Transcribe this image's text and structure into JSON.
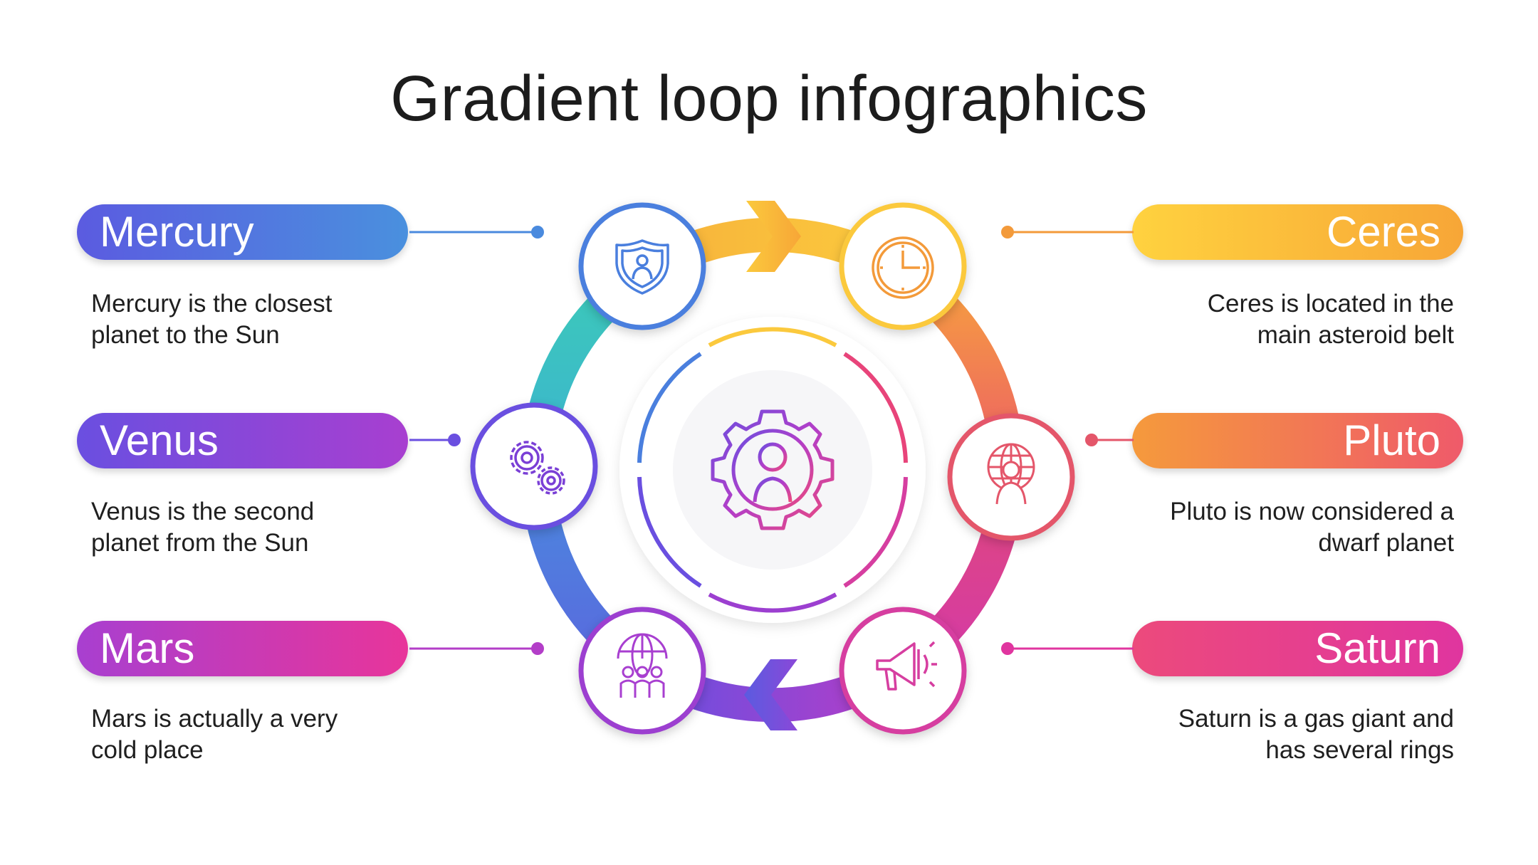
{
  "title": "Gradient loop infographics",
  "items": [
    {
      "name": "Mercury",
      "desc": [
        "Mercury is the closest",
        "planet to the Sun"
      ],
      "icon": "shield-person-icon",
      "color_start": "#5b5be0",
      "color_end": "#4a90de"
    },
    {
      "name": "Venus",
      "desc": [
        "Venus is the second",
        "planet from the Sun"
      ],
      "icon": "gears-icon",
      "color_start": "#6a4fe0",
      "color_end": "#a83fd0"
    },
    {
      "name": "Mars",
      "desc": [
        "Mars is actually a very",
        "cold place"
      ],
      "icon": "globe-people-icon",
      "color_start": "#a83fd0",
      "color_end": "#e8359a"
    },
    {
      "name": "Ceres",
      "desc": [
        "Ceres is located in the",
        "main asteroid belt"
      ],
      "icon": "clock-icon",
      "color_start": "#ffd23f",
      "color_end": "#f7a637"
    },
    {
      "name": "Pluto",
      "desc": [
        "Pluto is now considered a",
        "dwarf planet"
      ],
      "icon": "globe-person-icon",
      "color_start": "#f59a3c",
      "color_end": "#ef5a6a"
    },
    {
      "name": "Saturn",
      "desc": [
        "Saturn is a gas giant and",
        "has several rings"
      ],
      "icon": "megaphone-icon",
      "color_start": "#ec4a7c",
      "color_end": "#e0359f"
    }
  ],
  "center_icon": "person-gear-icon",
  "colors": {
    "blue": "#4a7fde",
    "cyan": "#3cc6c0",
    "purple": "#7a3fd6",
    "magenta": "#d63ea0",
    "pink": "#e8447a",
    "orange": "#f39a3a",
    "yellow": "#fbc93d",
    "red": "#e4566a"
  }
}
